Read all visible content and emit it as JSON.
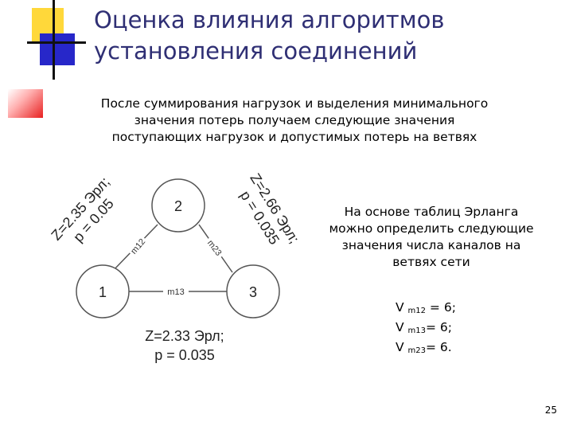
{
  "title": [
    "Оценка влияния алгоритмов",
    "установления соединений"
  ],
  "intro": [
    "После суммирования нагрузок и выделения минимального",
    "значения потерь получаем следующие значения",
    "поступающих нагрузок и допустимых потерь на ветвях"
  ],
  "diagram": {
    "nodes": [
      "1",
      "2",
      "3"
    ],
    "edges": {
      "m12": "m12",
      "m23": "m23",
      "m13": "m13"
    },
    "labels": {
      "left_z": "Z=2.35 Эрл;",
      "left_p": "p = 0.05",
      "right_z": "Z=2.66 Эрл;",
      "right_p": "p = 0.035",
      "bottom_z": "Z=2.33 Эрл;",
      "bottom_p": "p = 0.035"
    }
  },
  "right_text": [
    "На основе таблиц Эрланга",
    "можно определить следующие",
    "значения числа каналов на",
    "ветвях сети"
  ],
  "channels": [
    {
      "prefix": "V ",
      "sub": "m12",
      "suffix": " = 6;"
    },
    {
      "prefix": "V ",
      "sub": "m13",
      "suffix": "= 6;"
    },
    {
      "prefix": "V ",
      "sub": "m23",
      "suffix": "= 6."
    }
  ],
  "page_number": "25"
}
